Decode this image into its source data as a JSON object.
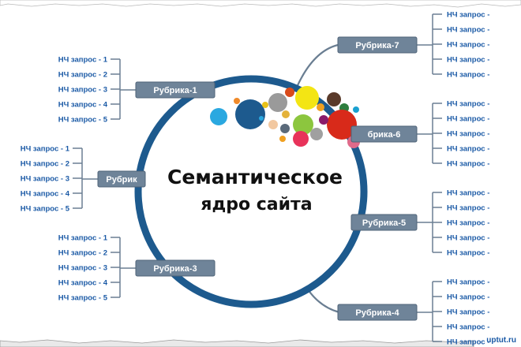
{
  "center": {
    "line1": "Семантическое",
    "line2": "ядро сайта"
  },
  "rubrics": [
    {
      "label": "Рубрика-1",
      "queries": [
        "НЧ запрос - 1",
        "НЧ запрос - 2",
        "НЧ запрос - 3",
        "НЧ запрос - 4",
        "НЧ запрос - 5"
      ]
    },
    {
      "label": "Рубрик",
      "queries": [
        "НЧ запрос - 1",
        "НЧ запрос - 2",
        "НЧ запрос - 3",
        "НЧ запрос - 4",
        "НЧ запрос - 5"
      ]
    },
    {
      "label": "Рубрика-3",
      "queries": [
        "НЧ запрос - 1",
        "НЧ запрос - 2",
        "НЧ запрос - 3",
        "НЧ запрос - 4",
        "НЧ запрос - 5"
      ]
    },
    {
      "label": "Рубрика-4",
      "queries": [
        "НЧ запрос -",
        "НЧ запрос -",
        "НЧ запрос -",
        "НЧ запрос -",
        "НЧ запрос -"
      ]
    },
    {
      "label": "Рубрика-5",
      "queries": [
        "НЧ запрос -",
        "НЧ запрос -",
        "НЧ запрос -",
        "НЧ запрос -",
        "НЧ запрос -"
      ]
    },
    {
      "label": "брика-6",
      "queries": [
        "НЧ запрос -",
        "НЧ запрос -",
        "НЧ запрос -",
        "НЧ запрос -",
        "НЧ запрос -"
      ]
    },
    {
      "label": "Рубрика-7",
      "queries": [
        "НЧ запрос -",
        "НЧ запрос -",
        "НЧ запрос -",
        "НЧ запрос -",
        "НЧ запрос -"
      ]
    }
  ],
  "watermark": "uptut.ru",
  "colors": {
    "ring": "#1d5a8e",
    "rubric_box": "#6f8499",
    "query_text": "#1b5aa6",
    "connector": "#6a7e92"
  }
}
